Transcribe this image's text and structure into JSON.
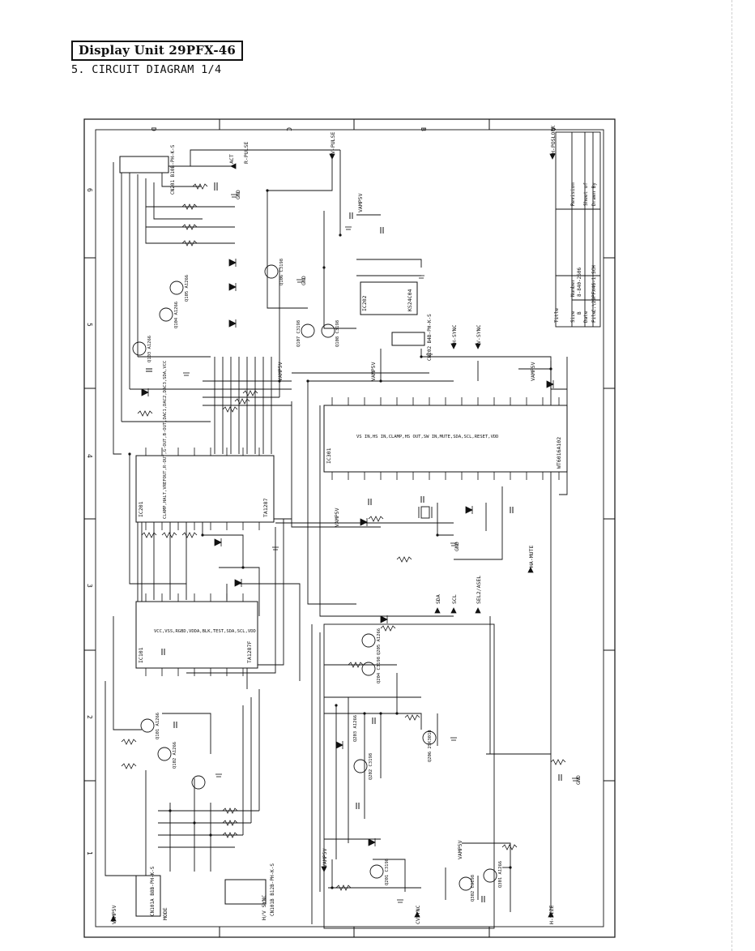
{
  "header": {
    "title": "Display Unit  29PFX-46",
    "subtitle": "5. CIRCUIT DIAGRAM 1/4"
  },
  "zones": {
    "top": [
      "D",
      "C",
      "B",
      "A"
    ],
    "side": [
      "6",
      "5",
      "4",
      "3",
      "2",
      "1"
    ]
  },
  "ics": [
    {
      "id": "IC301",
      "part": "WT6016A102",
      "pins": "VS IN,HS IN,CLAMP,HS OUT,SW IN,MUTE,SDA,SCL,RESET,VDD"
    },
    {
      "id": "IC201",
      "part": "TA1287",
      "pins": "CLAMP,HALT,VREFOUT,R-OUT,G-OUT,B-OUT,DAC1,DAC2,DAC3,SDA,VCC"
    },
    {
      "id": "IC202",
      "part": "KS24C04"
    },
    {
      "id": "IC101",
      "part": "TA1287F",
      "pins": "VCC,VSS,RGBD,VDDA,BLK,TEST,SDA,SCL,VDD"
    }
  ],
  "transistors": [
    "Q101 A1266",
    "Q102 A1266",
    "Q103 A1266",
    "Q104 A1266",
    "Q105 A1266",
    "Q106 C3198",
    "Q107 C3198",
    "Q108 C3198",
    "Q201 C3198",
    "Q202 C3198",
    "Q203 A1266",
    "Q204 C3198",
    "Q205 A1266",
    "Q206 2SK3018",
    "Q301 A1266",
    "Q302 C3198"
  ],
  "connectors": [
    "CN201 B10B-PH-K-S",
    "CN202 B4B-PH-K-S",
    "CN101B B12B-PH-K-S",
    "CN101A B8B-PH-K-S"
  ],
  "labels": {
    "vpulse": "V-PULSE",
    "vamp": "VAMP5V",
    "hsync": "H-SYNC",
    "vsync": "V-SYNC",
    "hamute": "HA-MUTE",
    "hposlock": "H-POSLOCK",
    "hsize": "H-SIZE",
    "csync": "CVSYNC",
    "scl": "SCL",
    "sda": "SDA",
    "gnd": "GND",
    "sel": "SEL2/ASEL",
    "hv": "H/V SYNC",
    "mode": "MODE",
    "rpulse": "R-PULSE",
    "act": "ACT"
  },
  "titleblock": {
    "title": "Title",
    "size": "Size",
    "number": "Number",
    "revision": "Revision",
    "date": "Date",
    "file": "File",
    "sheet": "Sheet  of",
    "drawnby": "Drawn By",
    "size_value": "B",
    "number_value": "8-840-2606",
    "file_value": "C:\\29PFX46-1.SCH"
  }
}
